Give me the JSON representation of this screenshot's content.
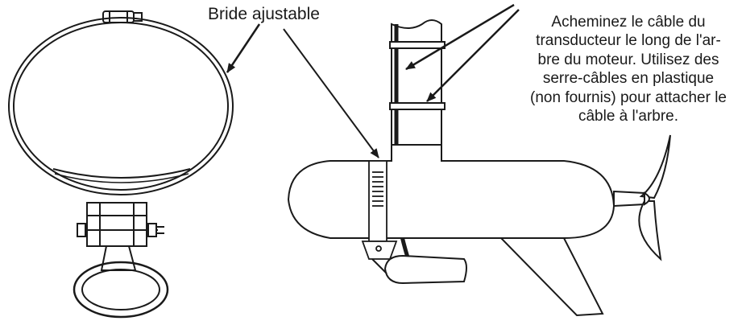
{
  "labels": {
    "clamp": "Bride ajustable"
  },
  "instructions": {
    "lines": [
      "Acheminez le câble du",
      "transducteur le long de l'ar-",
      "bre du moteur. Utilisez des",
      "serre-câbles en plastique",
      "(non fournis) pour attacher le",
      "câble à l'arbre."
    ]
  },
  "colors": {
    "ink": "#1a1a1a",
    "background": "#ffffff"
  }
}
